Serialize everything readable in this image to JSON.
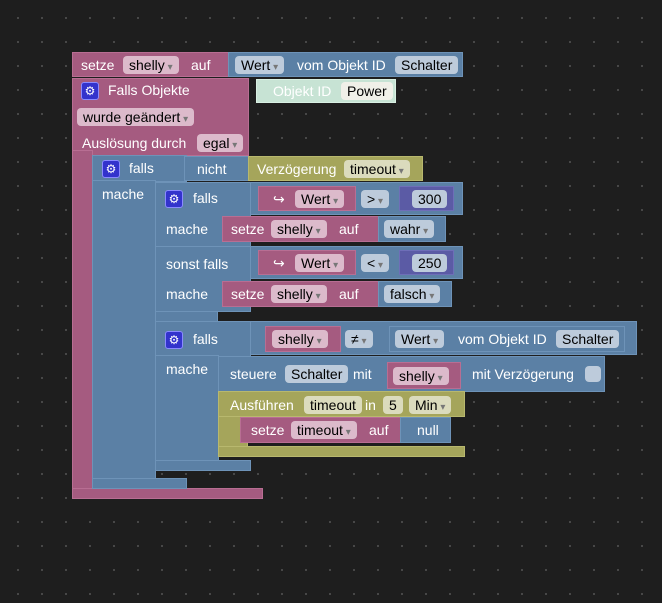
{
  "set1": {
    "setze": "setze",
    "var": "shelly",
    "auf": "auf"
  },
  "get1": {
    "prop": "Wert",
    "vom": "vom Objekt ID",
    "obj": "Schalter"
  },
  "trigger": {
    "title": "Falls Objekte",
    "oid_label": "Objekt ID",
    "oid": "Power",
    "mode": "wurde geändert",
    "by_label": "Auslösung durch",
    "by": "egal"
  },
  "if1": {
    "falls": "falls",
    "mache": "mache",
    "nicht": "nicht",
    "verz": "Verzögerung",
    "verz_var": "timeout"
  },
  "if2": {
    "falls": "falls",
    "mache": "mache",
    "sonst": "sonst falls",
    "arrow": "↪",
    "c1": {
      "var": "Wert",
      "op": ">",
      "num": "300"
    },
    "s1": {
      "setze": "setze",
      "var": "shelly",
      "auf": "auf",
      "val": "wahr"
    },
    "c2": {
      "var": "Wert",
      "op": "<",
      "num": "250"
    },
    "s2": {
      "setze": "setze",
      "var": "shelly",
      "auf": "auf",
      "val": "falsch"
    }
  },
  "if3": {
    "falls": "falls",
    "mache": "mache",
    "var": "shelly",
    "op": "≠",
    "prop": "Wert",
    "vom": "vom Objekt ID",
    "obj": "Schalter",
    "ctrl": {
      "steuere": "steuere",
      "obj": "Schalter",
      "mit": "mit",
      "var": "shelly",
      "delay": "mit Verzögerung"
    },
    "timeout": {
      "run": "Ausführen",
      "var": "timeout",
      "in": "in",
      "num": "5",
      "unit": "Min"
    },
    "s3": {
      "setze": "setze",
      "var": "timeout",
      "auf": "auf",
      "val": "null"
    }
  }
}
